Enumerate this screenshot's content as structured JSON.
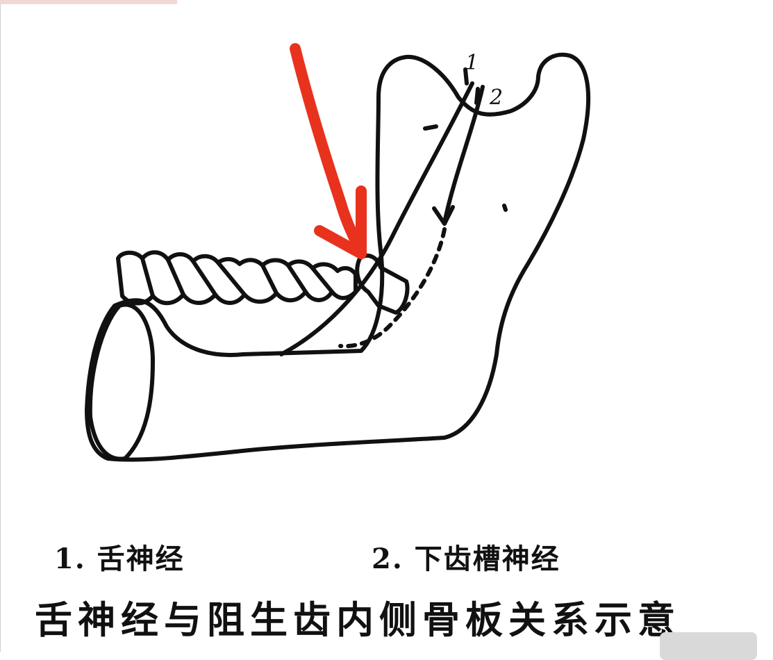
{
  "diagram": {
    "labels": {
      "nerve_1": "1",
      "nerve_2": "2"
    },
    "arrow_color": "#e8321e",
    "line_color": "#111111"
  },
  "legend": {
    "item_1": "1. 舌神经",
    "item_2": "2. 下齿槽神经"
  },
  "title": "舌神经与阻生齿内侧骨板关系示意"
}
